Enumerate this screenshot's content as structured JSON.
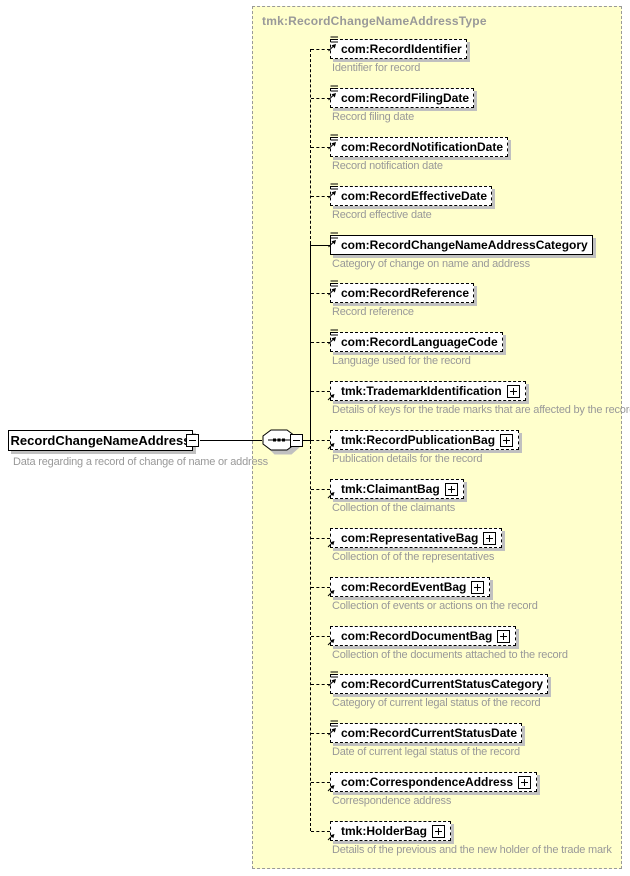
{
  "type_title": "tmk:RecordChangeNameAddressType",
  "root": {
    "name": "RecordChangeNameAddress",
    "description": "Data regarding a record of change of name or address"
  },
  "compositor": "sequence",
  "colors": {
    "panel_bg": "#FFFFCC",
    "panel_border": "#999999",
    "annotation_text": "#999999",
    "box_bg": "#FFFFFF",
    "box_border": "#000000",
    "shadow": "#C0C0C0"
  },
  "elements": [
    {
      "name": "com:RecordIdentifier",
      "description": "Identifier for record",
      "required": false,
      "complex": false,
      "expandable": false
    },
    {
      "name": "com:RecordFilingDate",
      "description": "Record filing date",
      "required": false,
      "complex": false,
      "expandable": false
    },
    {
      "name": "com:RecordNotificationDate",
      "description": "Record notification date",
      "required": false,
      "complex": false,
      "expandable": false
    },
    {
      "name": "com:RecordEffectiveDate",
      "description": "Record effective date",
      "required": false,
      "complex": false,
      "expandable": false
    },
    {
      "name": "com:RecordChangeNameAddressCategory",
      "description": "Category of change on name and address",
      "required": true,
      "complex": false,
      "expandable": false
    },
    {
      "name": "com:RecordReference",
      "description": "Record reference",
      "required": false,
      "complex": false,
      "expandable": false
    },
    {
      "name": "com:RecordLanguageCode",
      "description": "Language used for the record",
      "required": false,
      "complex": false,
      "expandable": false
    },
    {
      "name": "tmk:TrademarkIdentification",
      "description": "Details of keys for the trade marks that are affected by the record",
      "required": false,
      "complex": true,
      "expandable": true
    },
    {
      "name": "tmk:RecordPublicationBag",
      "description": "Publication details for the record",
      "required": false,
      "complex": true,
      "expandable": true
    },
    {
      "name": "tmk:ClaimantBag",
      "description": "Collection of the claimants",
      "required": false,
      "complex": true,
      "expandable": true
    },
    {
      "name": "com:RepresentativeBag",
      "description": "Collection of of the representatives",
      "required": false,
      "complex": true,
      "expandable": true
    },
    {
      "name": "com:RecordEventBag",
      "description": "Collection of events or actions on the record",
      "required": false,
      "complex": true,
      "expandable": true
    },
    {
      "name": "com:RecordDocumentBag",
      "description": "Collection of the documents attached to the record",
      "required": false,
      "complex": true,
      "expandable": true
    },
    {
      "name": "com:RecordCurrentStatusCategory",
      "description": "Category of current legal status of the record",
      "required": false,
      "complex": false,
      "expandable": false
    },
    {
      "name": "com:RecordCurrentStatusDate",
      "description": "Date of current legal status of the record",
      "required": false,
      "complex": false,
      "expandable": false
    },
    {
      "name": "com:CorrespondenceAddress",
      "description": "Correspondence address",
      "required": false,
      "complex": true,
      "expandable": true
    },
    {
      "name": "tmk:HolderBag",
      "description": "Details of the previous and the new holder of the trade mark",
      "required": false,
      "complex": true,
      "expandable": true
    }
  ]
}
